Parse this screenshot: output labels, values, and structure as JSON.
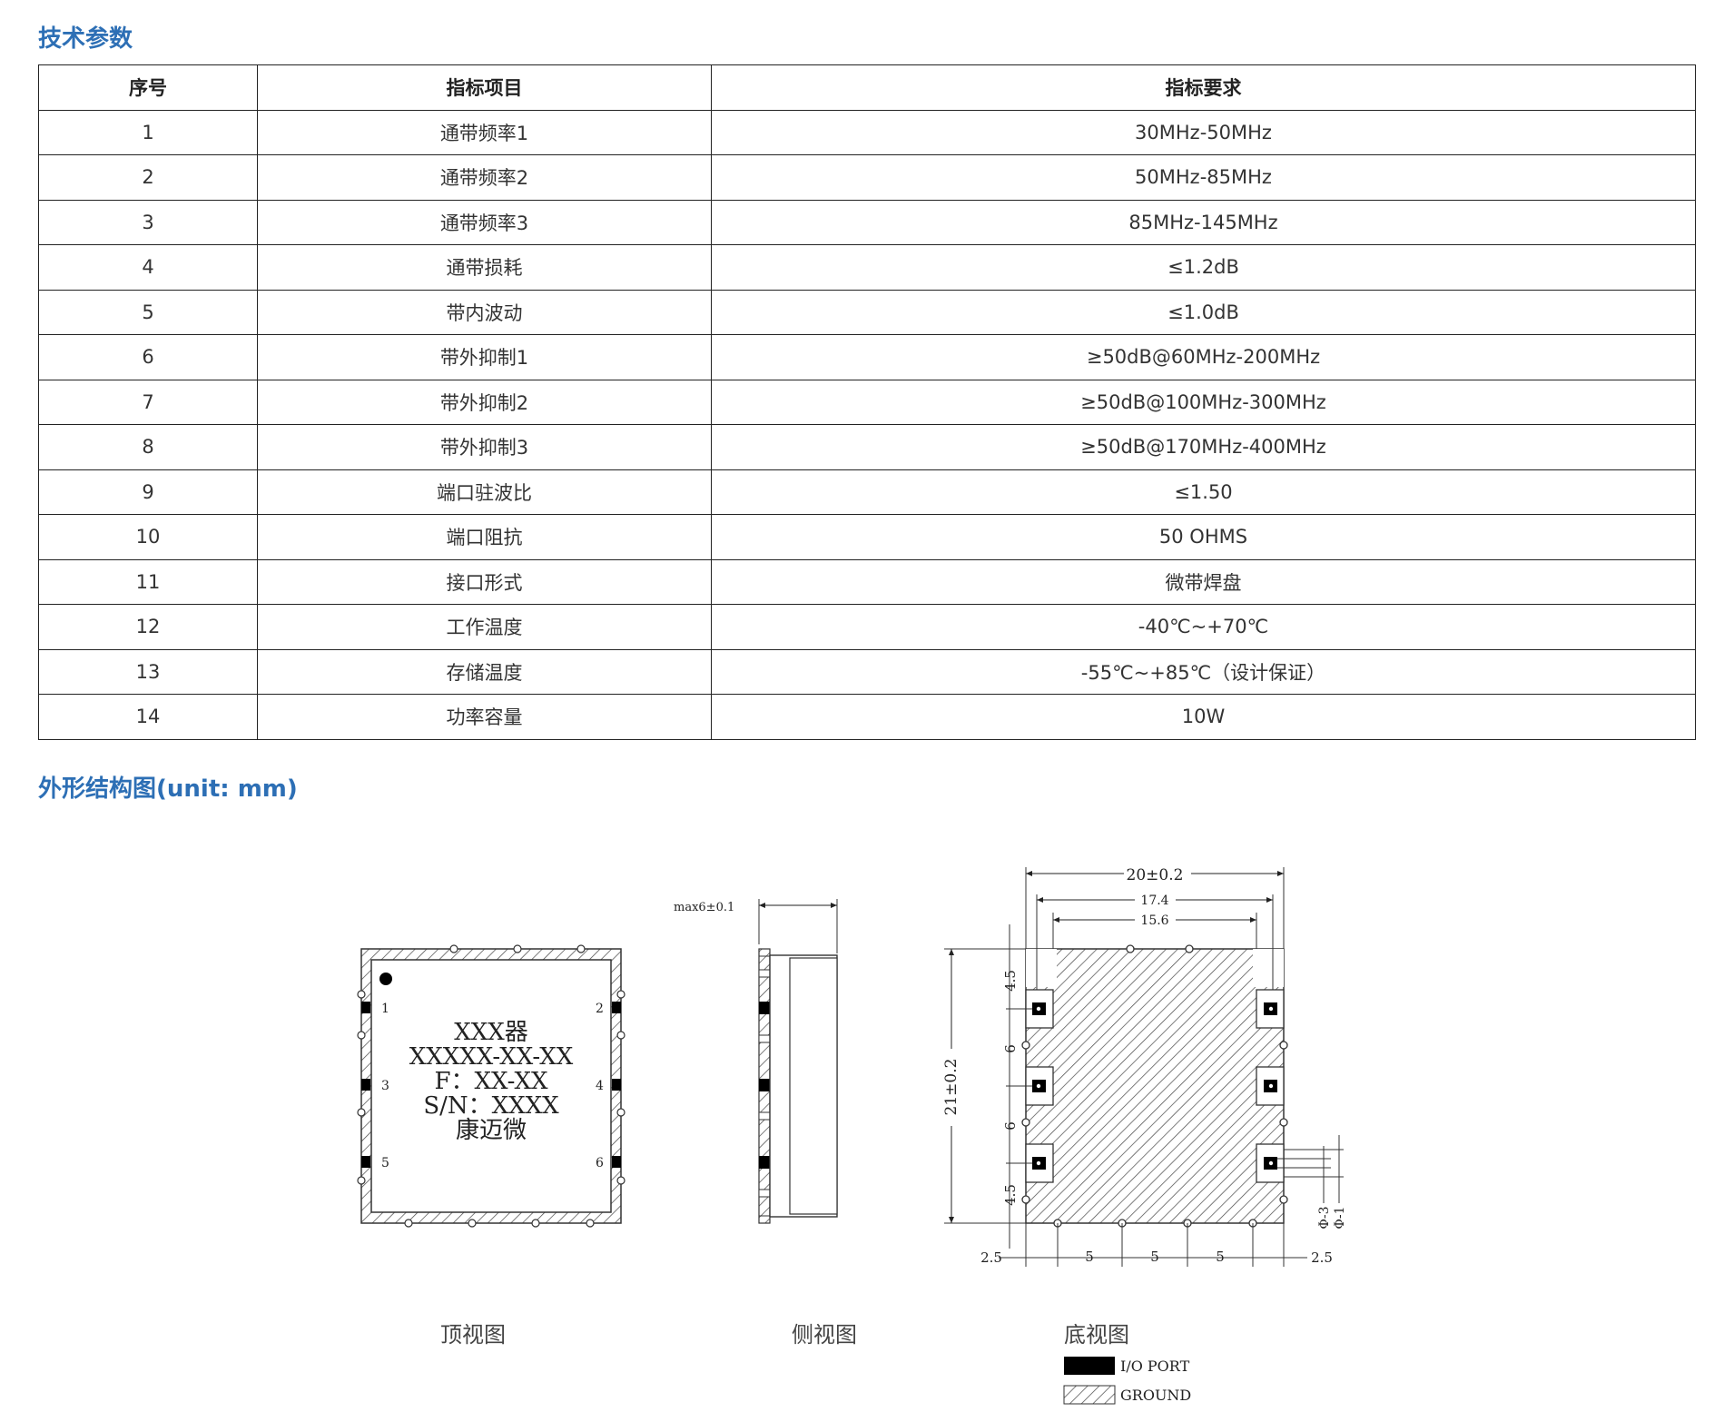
{
  "section1_title": "技术参数",
  "section2_title": "外形结构图(unit: mm)",
  "table": {
    "headers": [
      "序号",
      "指标项目",
      "指标要求"
    ],
    "rows": [
      [
        "1",
        "通带频率1",
        "30MHz-50MHz"
      ],
      [
        "2",
        "通带频率2",
        "50MHz-85MHz"
      ],
      [
        "3",
        "通带频率3",
        "85MHz-145MHz"
      ],
      [
        "4",
        "通带损耗",
        "≤1.2dB"
      ],
      [
        "5",
        "带内波动",
        "≤1.0dB"
      ],
      [
        "6",
        "带外抑制1",
        "≥50dB@60MHz-200MHz"
      ],
      [
        "7",
        "带外抑制2",
        "≥50dB@100MHz-300MHz"
      ],
      [
        "8",
        "带外抑制3",
        "≥50dB@170MHz-400MHz"
      ],
      [
        "9",
        "端口驻波比",
        "≤1.50"
      ],
      [
        "10",
        "端口阻抗",
        "50 OHMS"
      ],
      [
        "11",
        "接口形式",
        "微带焊盘"
      ],
      [
        "12",
        "工作温度",
        "-40℃~+70℃"
      ],
      [
        "13",
        "存储温度",
        "-55℃~+85℃（设计保证）"
      ],
      [
        "14",
        "功率容量",
        "10W"
      ]
    ]
  },
  "drawing": {
    "top_view": {
      "caption": "顶视图",
      "pins": [
        "1",
        "2",
        "3",
        "4",
        "5",
        "6"
      ],
      "label_lines": [
        "XXX器",
        "XXXXX-XX-XX",
        "F：XX-XX",
        "S/N：XXXX",
        "康迈微"
      ]
    },
    "side_view": {
      "caption": "侧视图",
      "dim_height": "max6±0.1"
    },
    "bottom_view": {
      "caption": "底视图",
      "dim_width": "20±0.2",
      "dim_inner1": "17.4",
      "dim_inner2": "15.6",
      "dim_height": "21±0.2",
      "dim_left": [
        "4.5",
        "6",
        "6",
        "4.5"
      ],
      "dim_bottom": [
        "2.5",
        "5",
        "5",
        "5",
        "2.5"
      ],
      "dim_right": [
        "Φ-3",
        "Φ-1"
      ]
    },
    "legend": {
      "io_port": "I/O PORT",
      "ground": "GROUND"
    }
  }
}
